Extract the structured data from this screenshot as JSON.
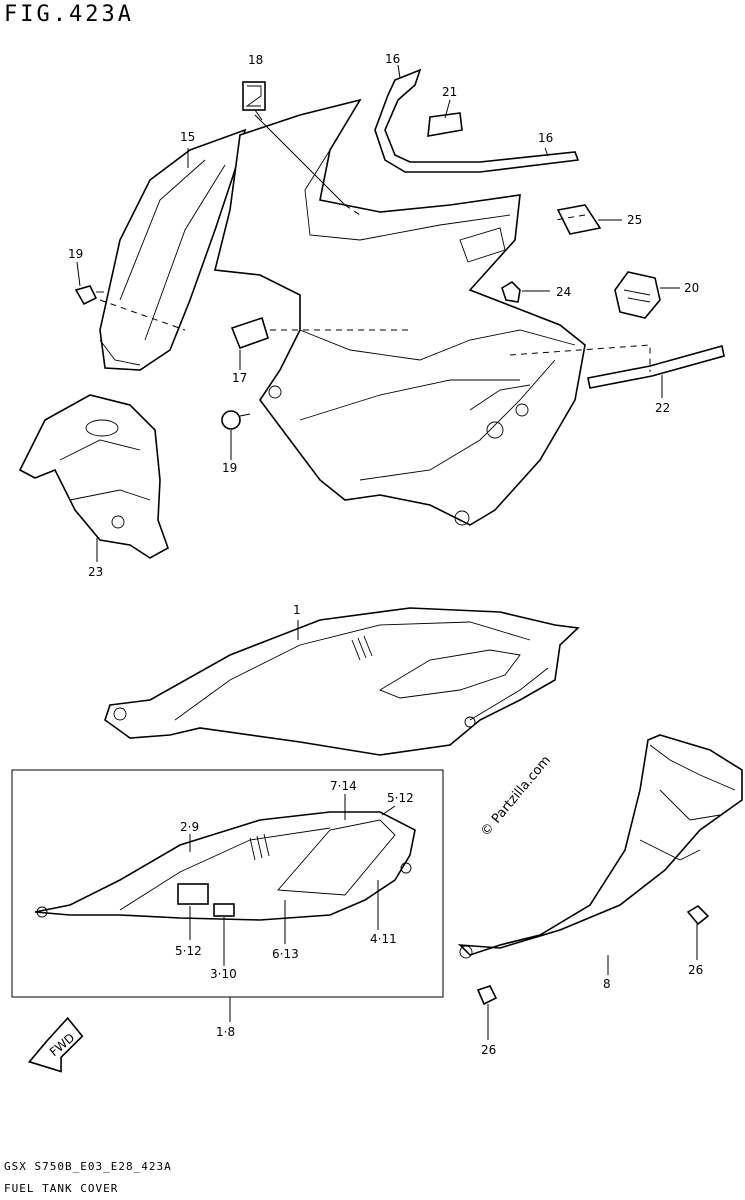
{
  "figure": {
    "title": "FIG.423A",
    "code": "GSX  S750B_E03_E28_423A",
    "caption": "FUEL TANK COVER",
    "watermark": "© Partzilla.com",
    "fwd_label": "FWD"
  },
  "callouts": {
    "c1": "1",
    "c18": "18",
    "c16a": "16",
    "c16b": "16",
    "c21": "21",
    "c15": "15",
    "c25": "25",
    "c19a": "19",
    "c24": "24",
    "c20": "20",
    "c17": "17",
    "c22": "22",
    "c19b": "19",
    "c23": "23",
    "c714": "7·14",
    "c512a": "5·12",
    "c29": "2·9",
    "c512b": "5·12",
    "c411": "4·11",
    "c613": "6·13",
    "c310": "3·10",
    "c18set": "1·8",
    "c8": "8",
    "c26a": "26",
    "c26b": "26"
  }
}
